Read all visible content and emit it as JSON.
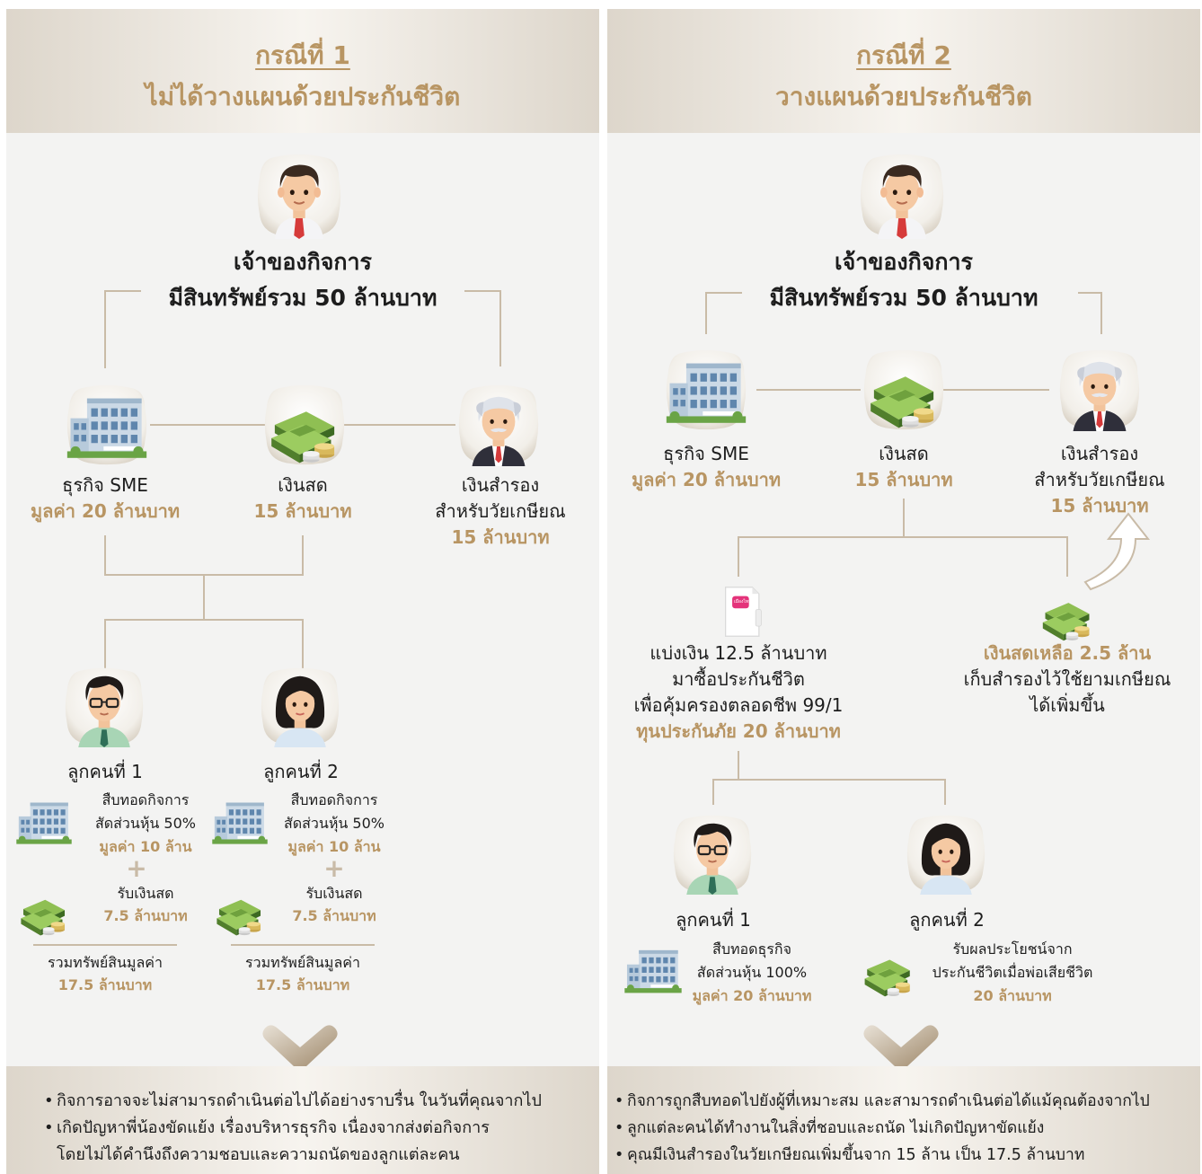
{
  "colors": {
    "gold": "#b89563",
    "line": "#c9bba7",
    "panel": "#f3f3f2"
  },
  "case1": {
    "title": "กรณีที่ 1",
    "subtitle": "ไม่ได้วางแผนด้วยประกันชีวิต",
    "owner": {
      "line1": "เจ้าของกิจการ",
      "line2": "มีสินทรัพย์รวม 50 ล้านบาท"
    },
    "sme": {
      "label": "ธุรกิจ SME",
      "value": "มูลค่า 20 ล้านบาท"
    },
    "cash": {
      "label": "เงินสด",
      "value": "15 ล้านบาท"
    },
    "retire": {
      "line1": "เงินสำรอง",
      "line2": "สำหรับวัยเกษียณ",
      "value": "15 ล้านบาท"
    },
    "child1": {
      "label": "ลูกคนที่ 1"
    },
    "child2": {
      "label": "ลูกคนที่ 2"
    },
    "inherit": {
      "line1": "สืบทอดกิจการ",
      "line2": "สัดส่วนหุ้น 50%",
      "value": "มูลค่า 10 ล้าน"
    },
    "receive": {
      "line1": "รับเงินสด",
      "value": "7.5 ล้านบาท"
    },
    "total": {
      "line1": "รวมทรัพย์สินมูลค่า",
      "value": "17.5 ล้านบาท"
    },
    "plus": "+",
    "notes": [
      "กิจการอาจจะไม่สามารถดำเนินต่อไปได้อย่างราบรื่น ในวันที่คุณจากไป",
      "เกิดปัญหาพี่น้องขัดแย้ง เรื่องบริหารธุรกิจ เนื่องจากส่งต่อกิจการ",
      "โดยไม่ได้คำนึงถึงความชอบและความถนัดของลูกแต่ละคน"
    ]
  },
  "case2": {
    "title": "กรณีที่ 2",
    "subtitle": "วางแผนด้วยประกันชีวิต",
    "owner": {
      "line1": "เจ้าของกิจการ",
      "line2": "มีสินทรัพย์รวม 50 ล้านบาท"
    },
    "sme": {
      "label": "ธุรกิจ SME",
      "value": "มูลค่า 20 ล้านบาท"
    },
    "cash": {
      "label": "เงินสด",
      "value": "15 ล้านบาท"
    },
    "retire": {
      "line1": "เงินสำรอง",
      "line2": "สำหรับวัยเกษียณ",
      "value": "15 ล้านบาท"
    },
    "insurance": {
      "line1": "แบ่งเงิน 12.5 ล้านบาท",
      "line2": "มาซื้อประกันชีวิต",
      "line3": "เพื่อคุ้มครองตลอดชีพ 99/1",
      "value": "ทุนประกันภัย 20 ล้านบาท",
      "doc_label": "เมืองไทย"
    },
    "remain": {
      "value": "เงินสดเหลือ 2.5 ล้าน",
      "line2": "เก็บสำรองไว้ใช้ยามเกษียณ",
      "line3": "ได้เพิ่มขึ้น"
    },
    "child1": {
      "label": "ลูกคนที่ 1",
      "line1": "สืบทอดธุรกิจ",
      "line2": "สัดส่วนหุ้น 100%",
      "value": "มูลค่า 20 ล้านบาท"
    },
    "child2": {
      "label": "ลูกคนที่ 2",
      "line1": "รับผลประโยชน์จาก",
      "line2": "ประกันชีวิตเมื่อพ่อเสียชีวิต",
      "value": "20 ล้านบาท"
    },
    "notes": [
      "กิจการถูกสืบทอดไปยังผู้ที่เหมาะสม และสามารถดำเนินต่อได้แม้คุณต้องจากไป",
      "ลูกแต่ละคนได้ทำงานในสิ่งที่ชอบและถนัด ไม่เกิดปัญหาขัดแย้ง",
      "คุณมีเงินสำรองในวัยเกษียณเพิ่มขึ้นจาก 15 ล้าน เป็น 17.5 ล้านบาท"
    ]
  }
}
